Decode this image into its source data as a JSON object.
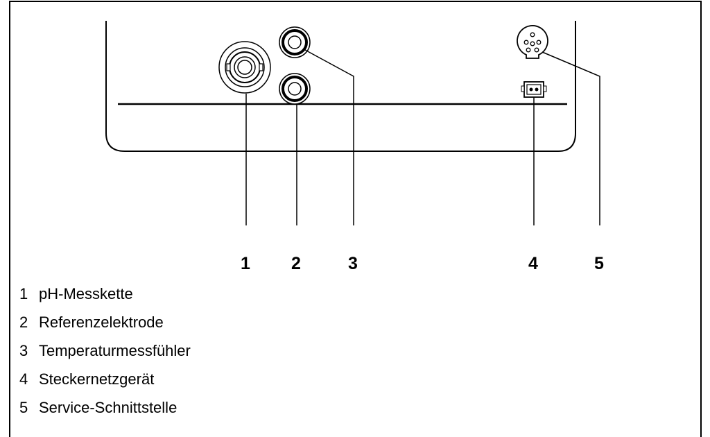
{
  "callouts": [
    "1",
    "2",
    "3",
    "4",
    "5"
  ],
  "legend": [
    {
      "num": "1",
      "label": "pH-Messkette"
    },
    {
      "num": "2",
      "label": "Referenzelektrode"
    },
    {
      "num": "3",
      "label": "Temperaturmessfühler"
    },
    {
      "num": "4",
      "label": "Steckernetzgerät"
    },
    {
      "num": "5",
      "label": "Service-Schnittstelle"
    }
  ]
}
